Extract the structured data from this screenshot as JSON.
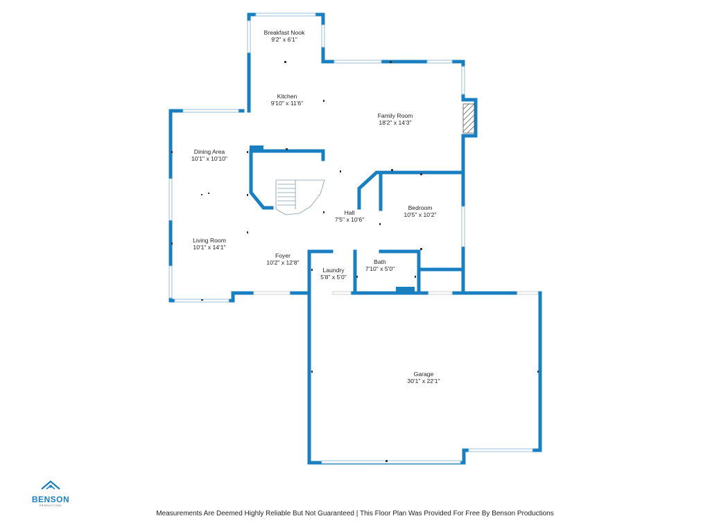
{
  "brand": {
    "name": "BENSON",
    "subtitle": "PRODUCTIONS",
    "accent": "#1a7fc1",
    "window_color": "#bcd9ea"
  },
  "footer": {
    "disclaimer": "Measurements Are Deemed Highly Reliable But Not Guaranteed | This Floor Plan Was Provided For Free By Benson Productions"
  },
  "rooms": [
    {
      "id": "breakfast",
      "name": "Breakfast Nook",
      "dims": "9'2\" x 6'1\""
    },
    {
      "id": "kitchen",
      "name": "Kitchen",
      "dims": "9'10\" x 11'6\""
    },
    {
      "id": "family",
      "name": "Family Room",
      "dims": "18'2\" x 14'3\""
    },
    {
      "id": "dining",
      "name": "Dining Area",
      "dims": "10'1\" x 10'10\""
    },
    {
      "id": "bedroom",
      "name": "Bedroom",
      "dims": "10'5\" x 10'2\""
    },
    {
      "id": "hall",
      "name": "Hall",
      "dims": "7'5\" x 10'6\""
    },
    {
      "id": "living",
      "name": "Living Room",
      "dims": "10'1\" x 14'1\""
    },
    {
      "id": "foyer",
      "name": "Foyer",
      "dims": "10'2\" x 12'8\""
    },
    {
      "id": "laundry",
      "name": "Laundry",
      "dims": "5'8\" x 5'0\""
    },
    {
      "id": "bath",
      "name": "Bath",
      "dims": "7'10\" x 5'0\""
    },
    {
      "id": "garage",
      "name": "Garage",
      "dims": "30'1\" x 22'1\""
    }
  ]
}
